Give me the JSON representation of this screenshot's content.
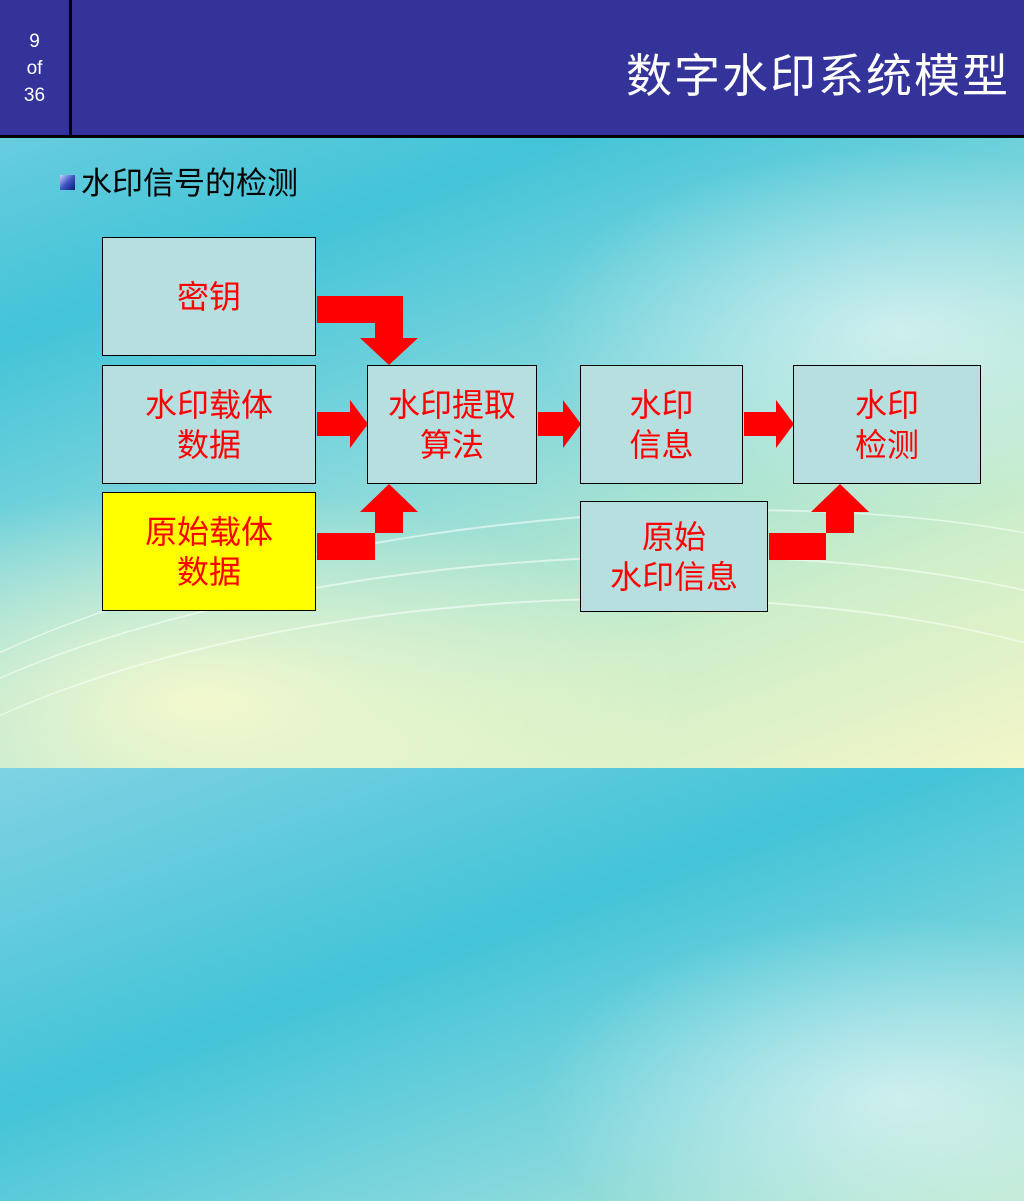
{
  "slide": {
    "page_current": "9",
    "page_of": "of",
    "page_total": "36",
    "title": "数字水印系统模型",
    "bullet": "水印信号的检测"
  },
  "diagram": {
    "nodes": {
      "key": {
        "lines": [
          "密钥"
        ]
      },
      "carrier": {
        "lines": [
          "水印载体",
          "数据"
        ]
      },
      "original_carrier": {
        "lines": [
          "原始载体",
          "数据"
        ]
      },
      "extraction": {
        "lines": [
          "水印提取",
          "算法"
        ]
      },
      "watermark_info": {
        "lines": [
          "水印",
          "信息"
        ]
      },
      "original_watermark": {
        "lines": [
          "原始",
          "水印信息"
        ]
      },
      "detection": {
        "lines": [
          "水印",
          "检测"
        ]
      }
    },
    "edges": [
      {
        "from": "key",
        "to": "extraction"
      },
      {
        "from": "carrier",
        "to": "extraction"
      },
      {
        "from": "original_carrier",
        "to": "extraction"
      },
      {
        "from": "extraction",
        "to": "watermark_info"
      },
      {
        "from": "watermark_info",
        "to": "detection"
      },
      {
        "from": "original_watermark",
        "to": "detection"
      }
    ],
    "colors": {
      "box_fill": "#b8dfe0",
      "highlight_fill": "#ffff00",
      "text": "#ff0000",
      "arrow": "#ff0000",
      "header": "#33339a"
    }
  }
}
